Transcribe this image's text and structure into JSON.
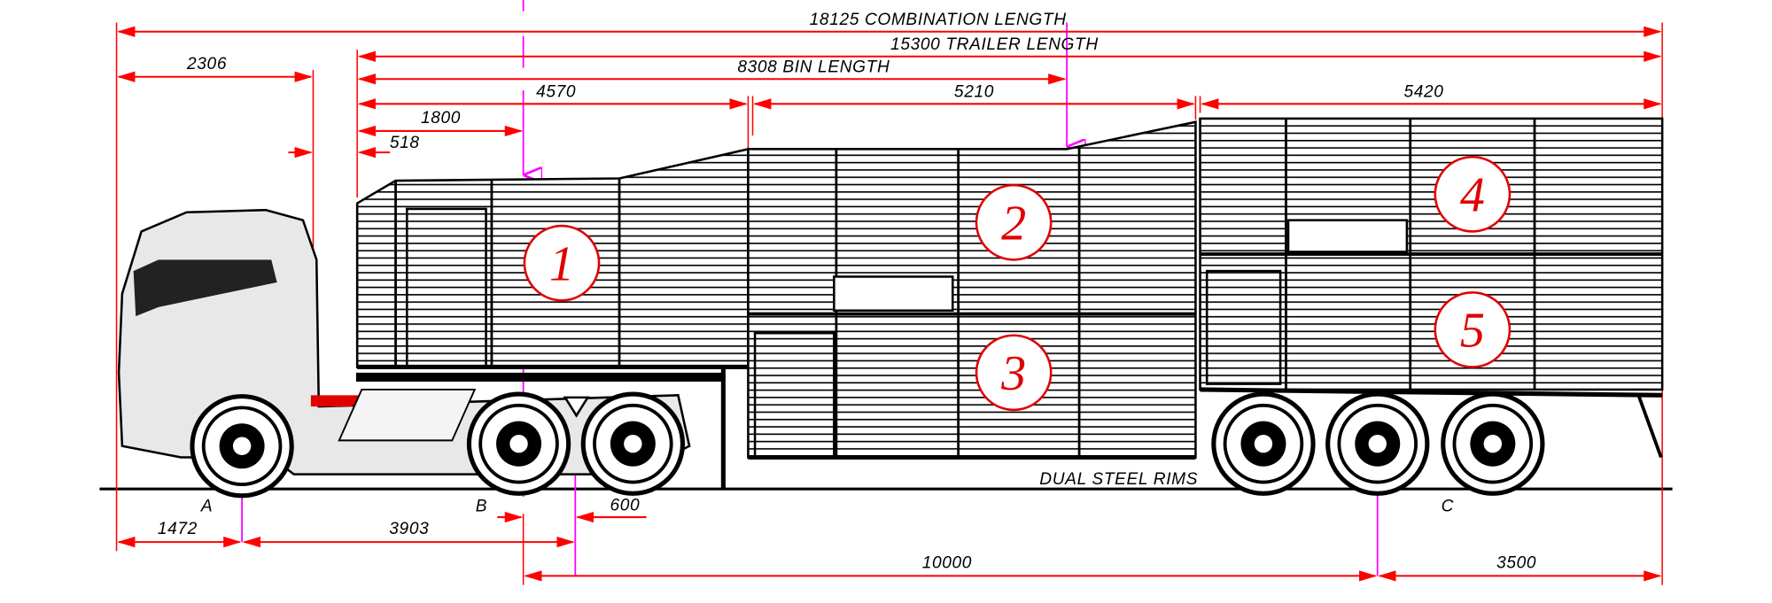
{
  "dimensions_top": {
    "combination_length": "18125 COMBINATION LENGTH",
    "trailer_length": "15300 TRAILER LENGTH",
    "bin_length": "8308 BIN LENGTH",
    "front_overhang": "2306",
    "section_1": "4570",
    "section_2": "5210",
    "section_3": "5420",
    "kingpin_offset": "1800",
    "front_gap": "518"
  },
  "dimensions_bottom": {
    "axle_a_label": "A",
    "axle_b_label": "B",
    "axle_c_label": "C",
    "front_axle": "1472",
    "wheelbase": "3903",
    "fifth_wheel_offset": "600",
    "kingpin_to_trailer_axle": "10000",
    "rear_overhang": "3500"
  },
  "notes": {
    "rims": "DUAL STEEL RIMS"
  },
  "compartments": [
    "1",
    "2",
    "3",
    "4",
    "5"
  ],
  "colors": {
    "dimension": "#ff0000",
    "centerline": "#ff00ff",
    "compartment": "#e00000"
  }
}
